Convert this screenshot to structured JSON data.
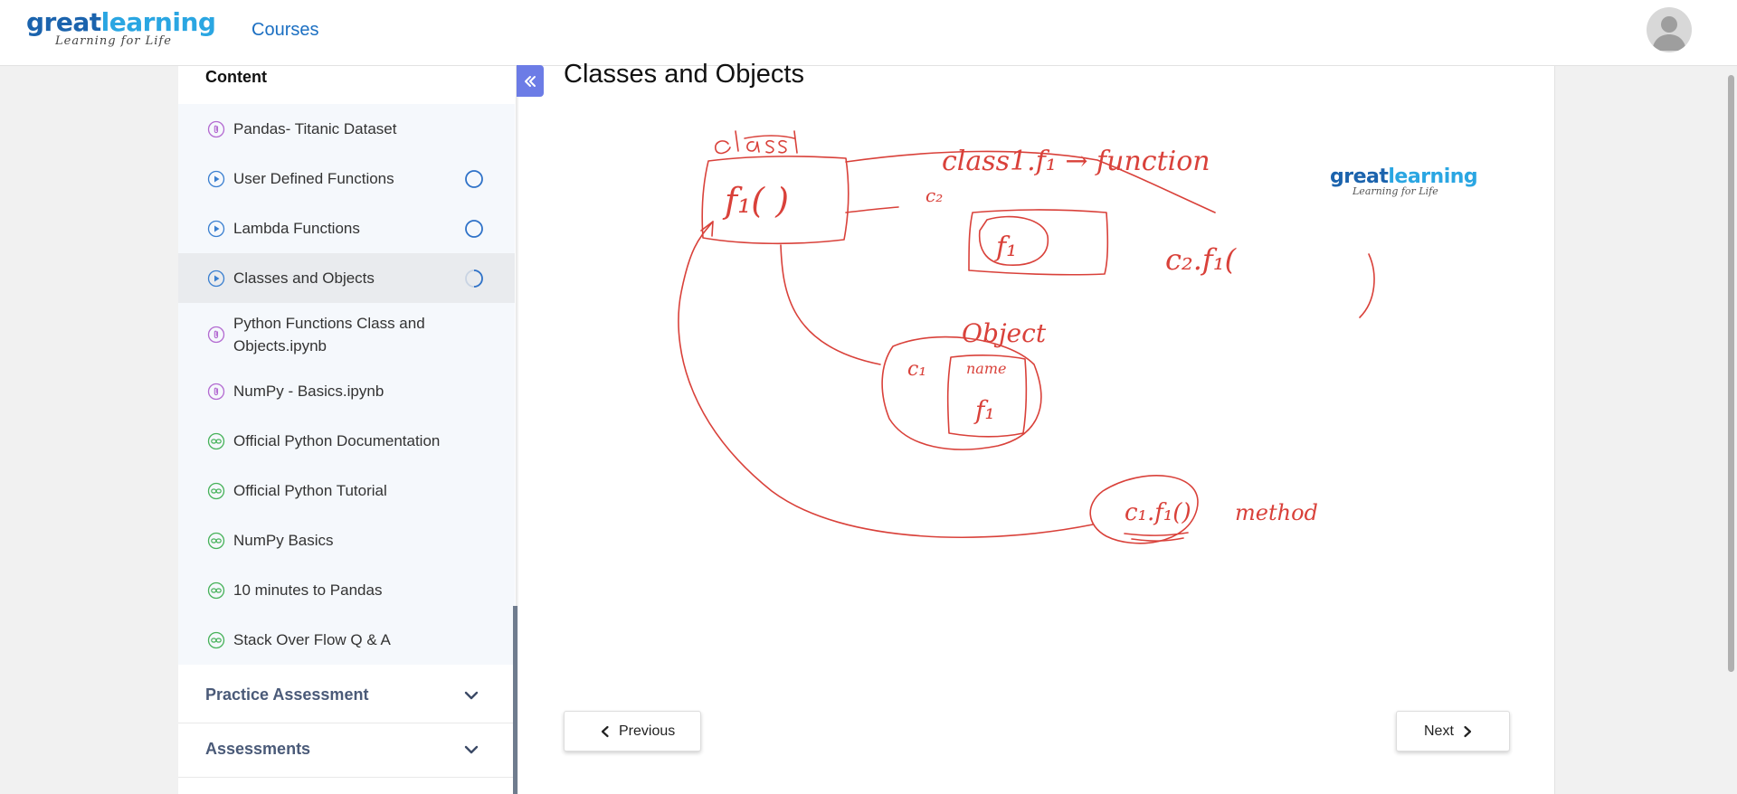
{
  "header": {
    "logo_brand_great": "great",
    "logo_brand_learning": "learning",
    "logo_tagline": "Learning for Life",
    "courses_link": "Courses"
  },
  "sidebar": {
    "content_title": "Content",
    "items": [
      {
        "label": "Pandas- Titanic Dataset",
        "icon": "attachment-icon",
        "status": "none"
      },
      {
        "label": "User Defined Functions",
        "icon": "play-circle-icon",
        "status": "not-started"
      },
      {
        "label": "Lambda Functions",
        "icon": "play-circle-icon",
        "status": "not-started"
      },
      {
        "label": "Classes and Objects",
        "icon": "play-circle-icon",
        "status": "in-progress"
      },
      {
        "label": "Python Functions Class and Objects.ipynb",
        "icon": "attachment-icon",
        "status": "none"
      },
      {
        "label": "NumPy - Basics.ipynb",
        "icon": "attachment-icon",
        "status": "none"
      },
      {
        "label": "Official Python Documentation",
        "icon": "link-icon",
        "status": "none"
      },
      {
        "label": "Official Python Tutorial",
        "icon": "link-icon",
        "status": "none"
      },
      {
        "label": "NumPy Basics",
        "icon": "link-icon",
        "status": "none"
      },
      {
        "label": "10 minutes to Pandas",
        "icon": "link-icon",
        "status": "none"
      },
      {
        "label": "Stack Over Flow Q & A",
        "icon": "link-icon",
        "status": "none"
      }
    ],
    "sections": [
      {
        "label": "Practice Assessment"
      },
      {
        "label": "Assessments"
      }
    ]
  },
  "main": {
    "title": "Classes and Objects",
    "watermark_brand_great": "great",
    "watermark_brand_learning": "learning",
    "watermark_tagline": "Learning for Life",
    "prev_label": "Previous",
    "next_label": "Next"
  },
  "colors": {
    "brand_blue": "#1b63ad",
    "brand_light_blue": "#2aa6e2",
    "link_blue": "#1b6fc2",
    "collapse_button": "#6c7ce6",
    "ink_red": "#d9413a",
    "attachment_purple": "#b36ad1",
    "link_green": "#47b25a"
  }
}
